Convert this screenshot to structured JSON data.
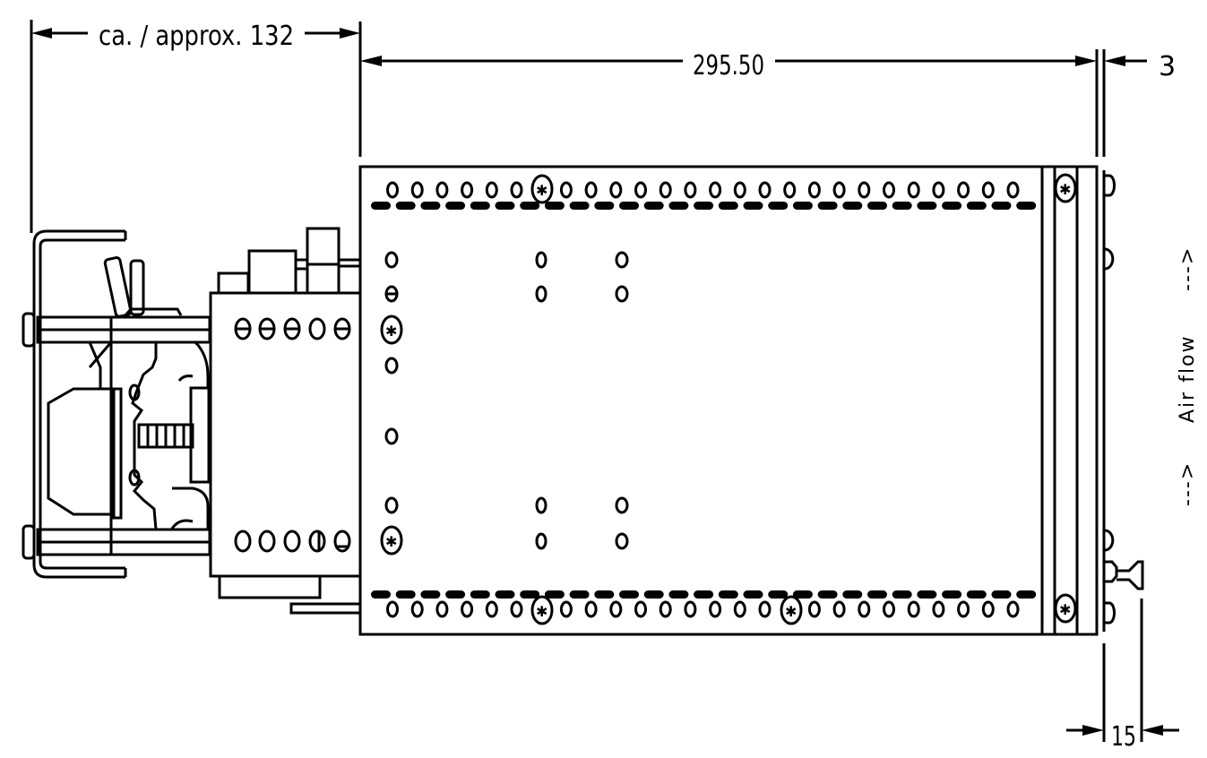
{
  "drawing": {
    "type": "technical side-view dimension drawing",
    "dimensions": {
      "left_overall": "ca. / approx. 132",
      "body_length": "295.50",
      "front_panel": "3",
      "handle_depth": "15"
    },
    "annotations": {
      "airflow_label": "Air flow",
      "airflow_arrow_left": "--->",
      "airflow_arrow_right": "--->"
    },
    "colors": {
      "line": "#000000",
      "background": "#ffffff"
    }
  }
}
